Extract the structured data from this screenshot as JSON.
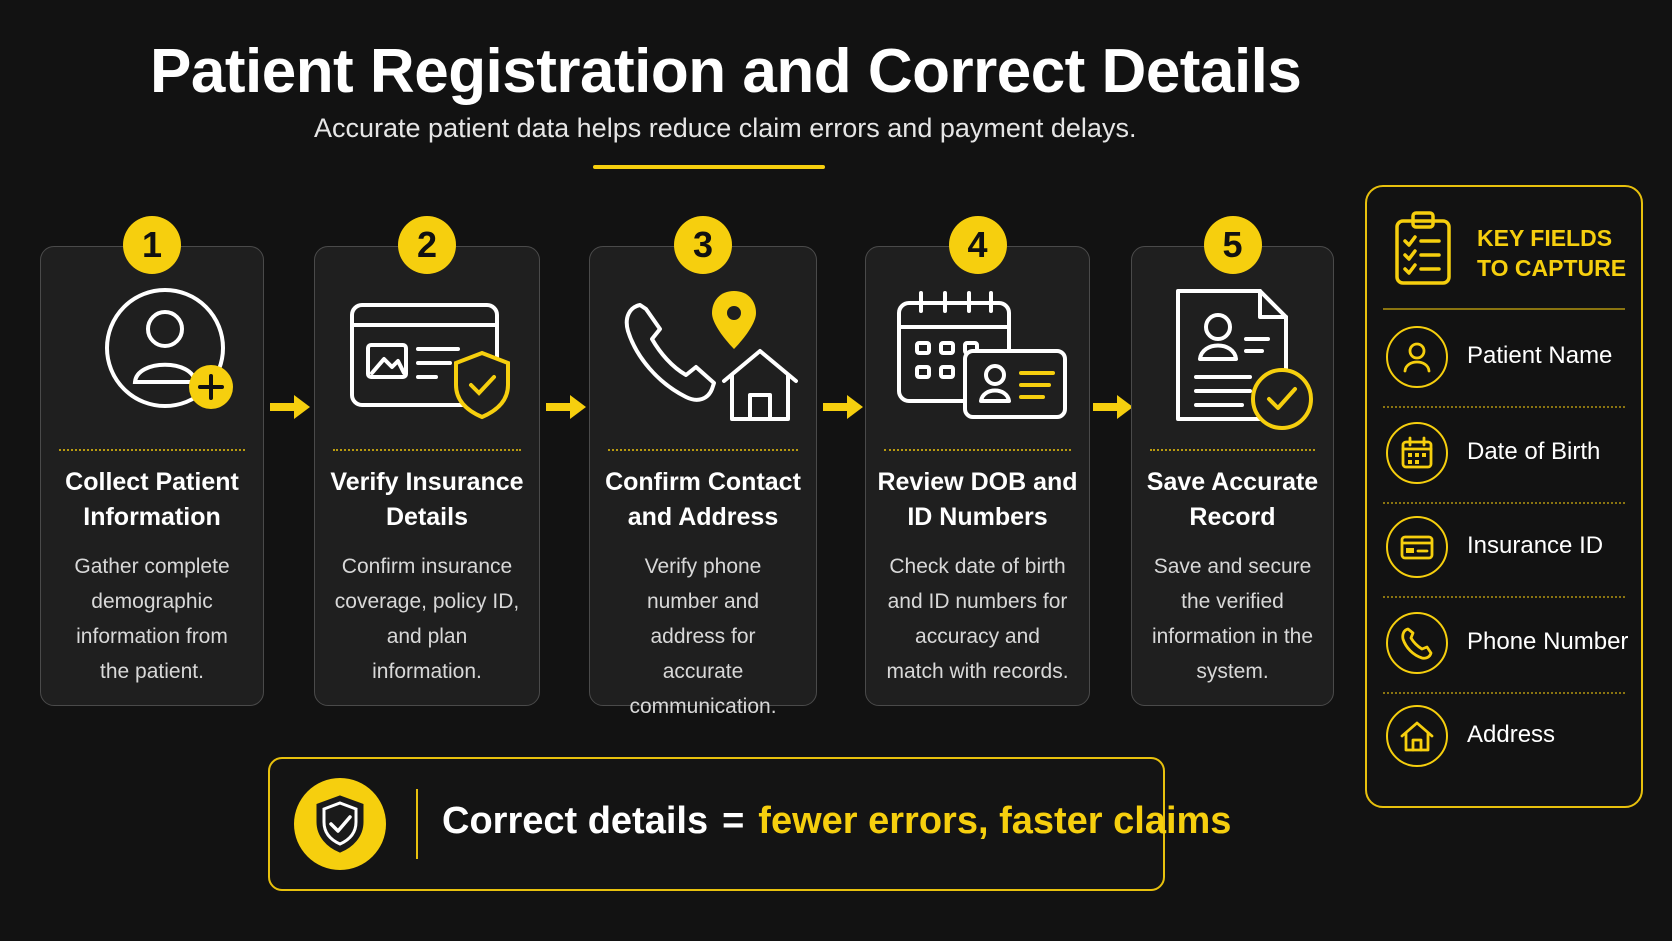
{
  "header": {
    "title": "Patient Registration and Correct Details",
    "subtitle": "Accurate patient data helps reduce claim errors and payment delays."
  },
  "colors": {
    "accent": "#f6cf0e",
    "background": "#121212",
    "card": "#1f1f1f"
  },
  "steps": [
    {
      "number": "1",
      "icon": "user-add-icon",
      "title": "Collect Patient Information",
      "description": "Gather complete demographic information from the patient."
    },
    {
      "number": "2",
      "icon": "insurance-card-shield-icon",
      "title": "Verify Insurance Details",
      "description": "Confirm insurance coverage, policy ID, and plan information."
    },
    {
      "number": "3",
      "icon": "phone-address-icon",
      "title": "Confirm Contact and Address",
      "description": "Verify phone number and address for accurate communication."
    },
    {
      "number": "4",
      "icon": "calendar-id-card-icon",
      "title": "Review DOB and ID Numbers",
      "description": "Check date of birth and ID numbers for accuracy and match with records."
    },
    {
      "number": "5",
      "icon": "document-check-icon",
      "title": "Save Accurate Record",
      "description": "Save and secure the verified information in the system."
    }
  ],
  "key_fields": {
    "title": "KEY FIELDS TO CAPTURE",
    "icon": "clipboard-checklist-icon",
    "items": [
      {
        "label": "Patient Name",
        "icon": "user-icon"
      },
      {
        "label": "Date of Birth",
        "icon": "calendar-icon"
      },
      {
        "label": "Insurance ID",
        "icon": "card-icon"
      },
      {
        "label": "Phone Number",
        "icon": "phone-icon"
      },
      {
        "label": "Address",
        "icon": "home-icon"
      }
    ]
  },
  "banner": {
    "icon": "shield-check-icon",
    "left_text": "Correct details",
    "equals": "=",
    "right_text": "fewer errors, faster claims"
  }
}
